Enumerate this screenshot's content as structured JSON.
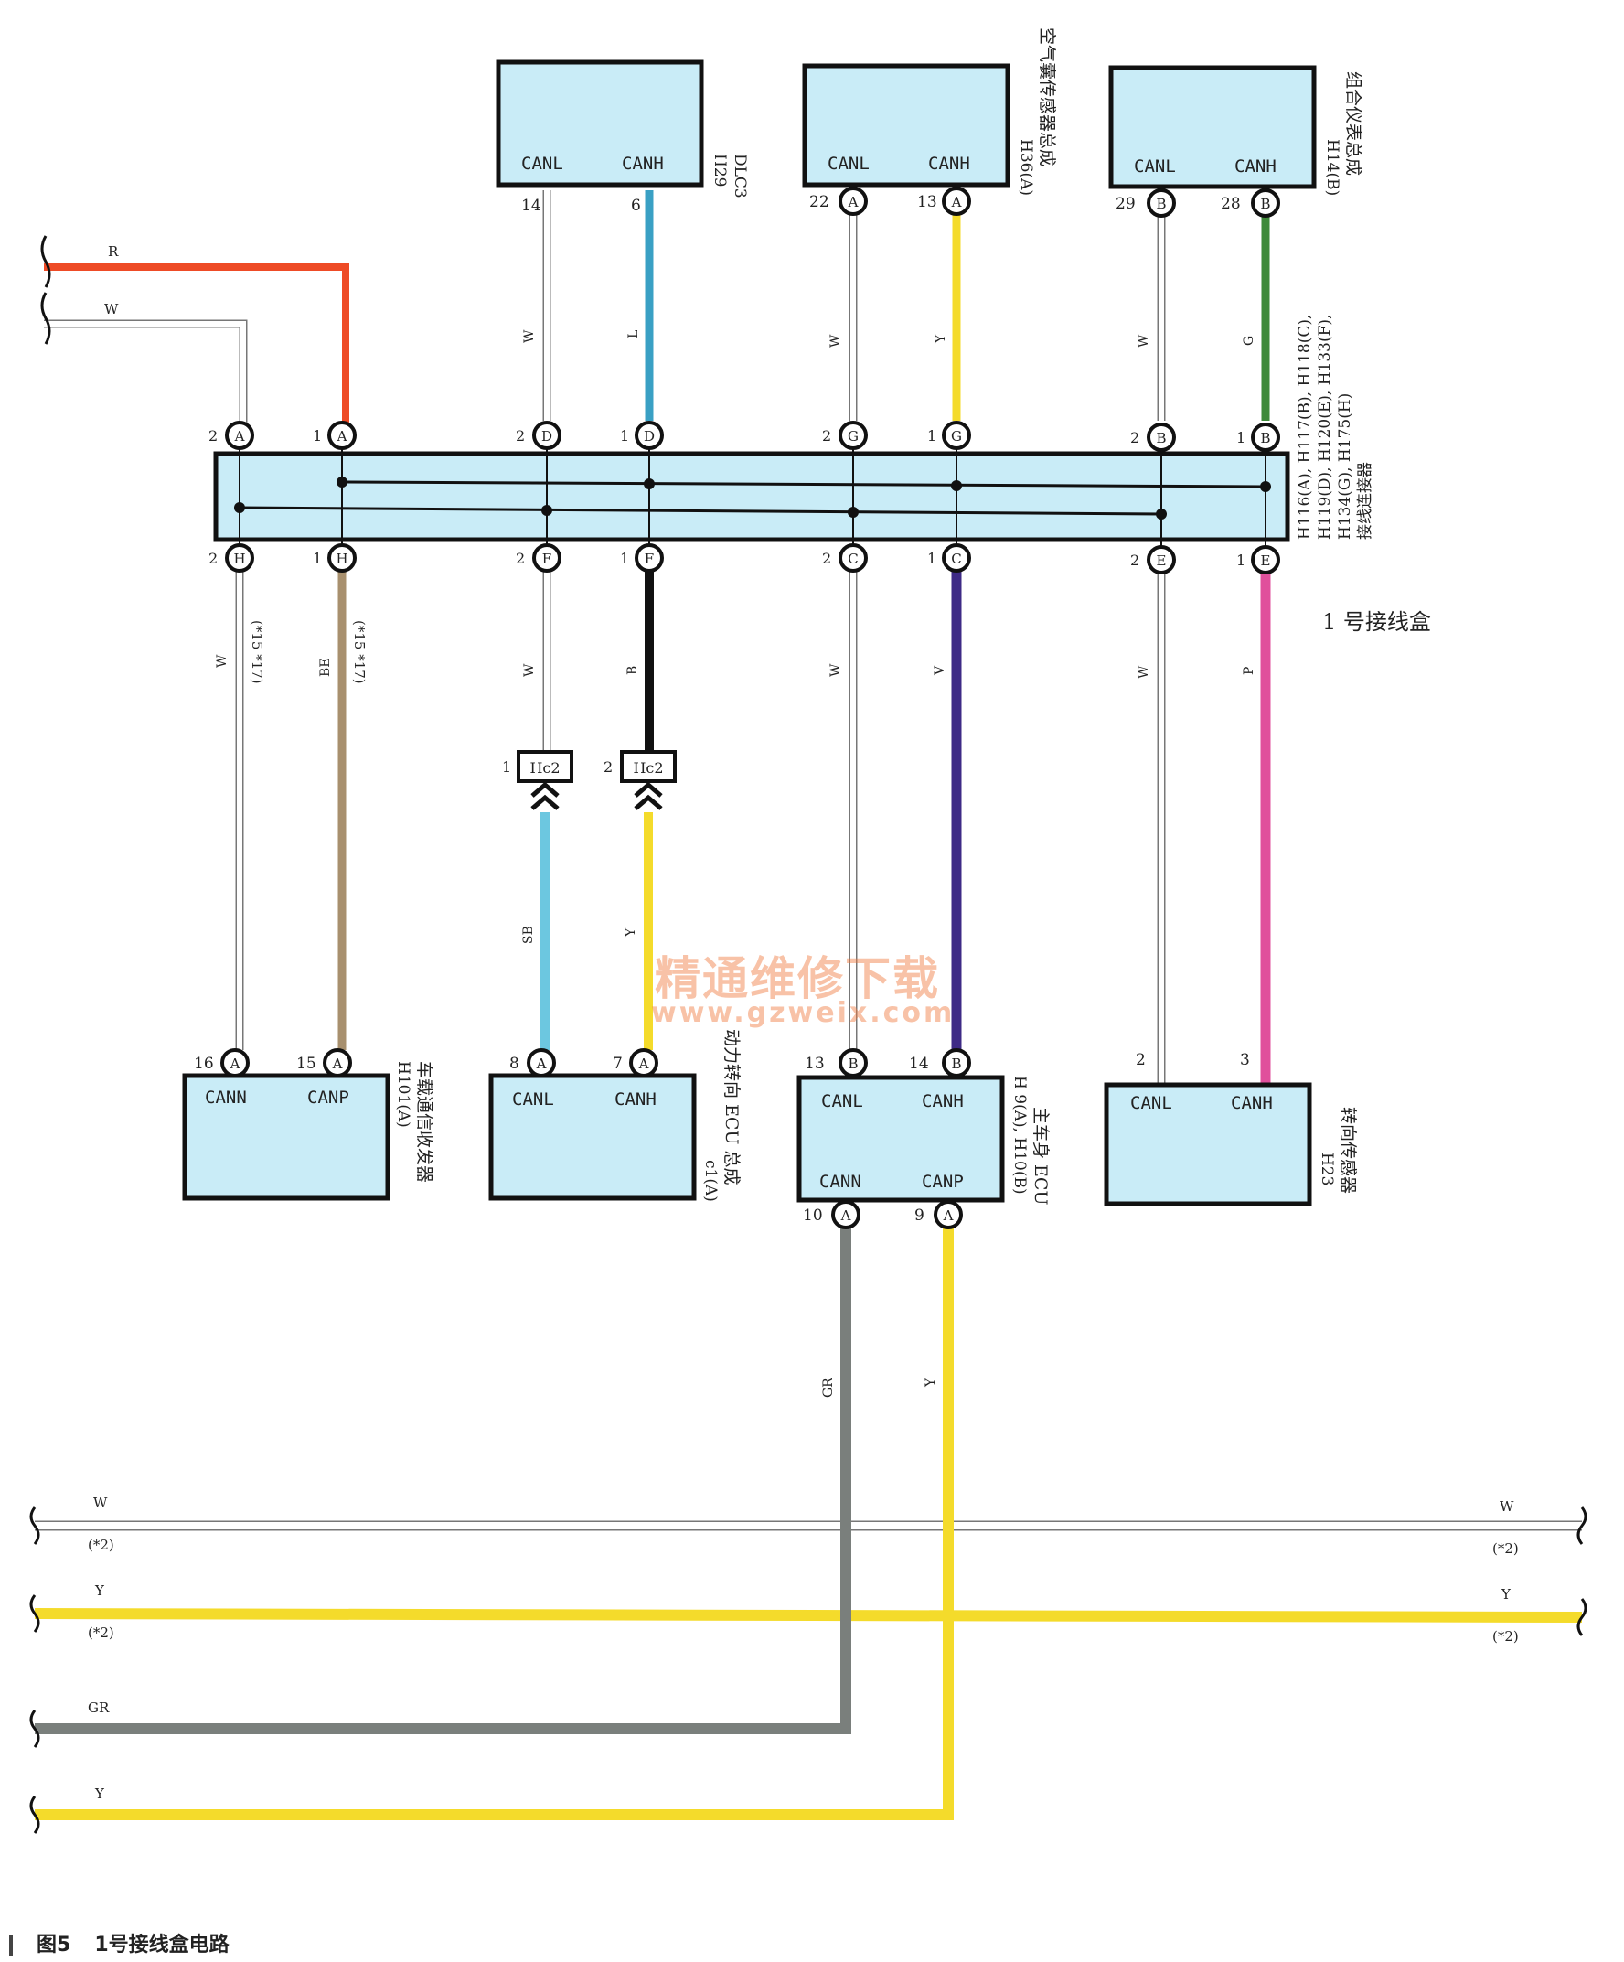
{
  "colors": {
    "R": "#ee4b26",
    "W": "#ffffff",
    "L": "#3aa0c4",
    "Y": "#f4db2b",
    "G": "#3f8a3a",
    "BE": "#a8906e",
    "B": "#111111",
    "V": "#3e2a86",
    "P": "#e0509c",
    "SB": "#6cc7e0",
    "GR": "#7a7f7c",
    "box": "#c9ecf7",
    "outline": "#111111"
  },
  "devices": {
    "dlc3": {
      "pins": [
        "CANL",
        "CANH"
      ],
      "nums": [
        "14",
        "6"
      ],
      "code": "H29",
      "name": "DLC3"
    },
    "airbag": {
      "pins": [
        "CANL",
        "CANH"
      ],
      "nums": [
        "22",
        "13"
      ],
      "conn": "A",
      "code": "H36(A)",
      "name": "空气囊传感器总成"
    },
    "meter": {
      "pins": [
        "CANL",
        "CANH"
      ],
      "nums": [
        "29",
        "28"
      ],
      "conn": "B",
      "code": "H14(B)",
      "name": "组合仪表总成"
    },
    "gateway": {
      "pins": [
        "CANN",
        "CANP"
      ],
      "nums": [
        "16",
        "15"
      ],
      "conn": "A",
      "code": "H101(A)",
      "name": "车载通信收发器"
    },
    "eps": {
      "pins": [
        "CANL",
        "CANH"
      ],
      "nums": [
        "8",
        "7"
      ],
      "conn": "A",
      "code": "c1(A)",
      "name": "动力转向 ECU 总成"
    },
    "body": {
      "pins": [
        "CANL",
        "CANH",
        "CANN",
        "CANP"
      ],
      "nums": [
        "13",
        "14",
        "10",
        "9"
      ],
      "conn": "B",
      "conn2": "A",
      "code": "H 9(A), H10(B)",
      "name": "主车身 ECU"
    },
    "steer": {
      "pins": [
        "CANL",
        "CANH"
      ],
      "nums": [
        "2",
        "3"
      ],
      "code": "H23",
      "name": "转向传感器"
    }
  },
  "junction": {
    "name": "1 号接线盒",
    "codes": [
      "H116(A), H117(B), H118(C),",
      "H119(D), H120(E), H133(F),",
      "H134(G), H175(H)"
    ],
    "desc": "接线连接器",
    "top_pins": [
      {
        "num": "2",
        "conn": "A"
      },
      {
        "num": "1",
        "conn": "A"
      },
      {
        "num": "2",
        "conn": "D"
      },
      {
        "num": "1",
        "conn": "D"
      },
      {
        "num": "2",
        "conn": "G"
      },
      {
        "num": "1",
        "conn": "G"
      },
      {
        "num": "2",
        "conn": "B"
      },
      {
        "num": "1",
        "conn": "B"
      }
    ],
    "bottom_pins": [
      {
        "num": "2",
        "conn": "H"
      },
      {
        "num": "1",
        "conn": "H"
      },
      {
        "num": "2",
        "conn": "F"
      },
      {
        "num": "1",
        "conn": "F"
      },
      {
        "num": "2",
        "conn": "C"
      },
      {
        "num": "1",
        "conn": "C"
      },
      {
        "num": "2",
        "conn": "E"
      },
      {
        "num": "1",
        "conn": "E"
      }
    ]
  },
  "hc2": {
    "label": "Hc2",
    "pin1": "1",
    "pin2": "2"
  },
  "wire_labels": {
    "R": "R",
    "W": "W",
    "L": "L",
    "Y": "Y",
    "G": "G",
    "BE": "BE",
    "B": "B",
    "V": "V",
    "P": "P",
    "SB": "SB",
    "GR": "GR",
    "note17": "(*15 *17)",
    "note2": "(*2)"
  },
  "watermark": {
    "line1": "精通维修下载",
    "line2": "www.gzweix.com"
  },
  "caption": {
    "fig": "图5",
    "title": "1号接线盒电路"
  }
}
